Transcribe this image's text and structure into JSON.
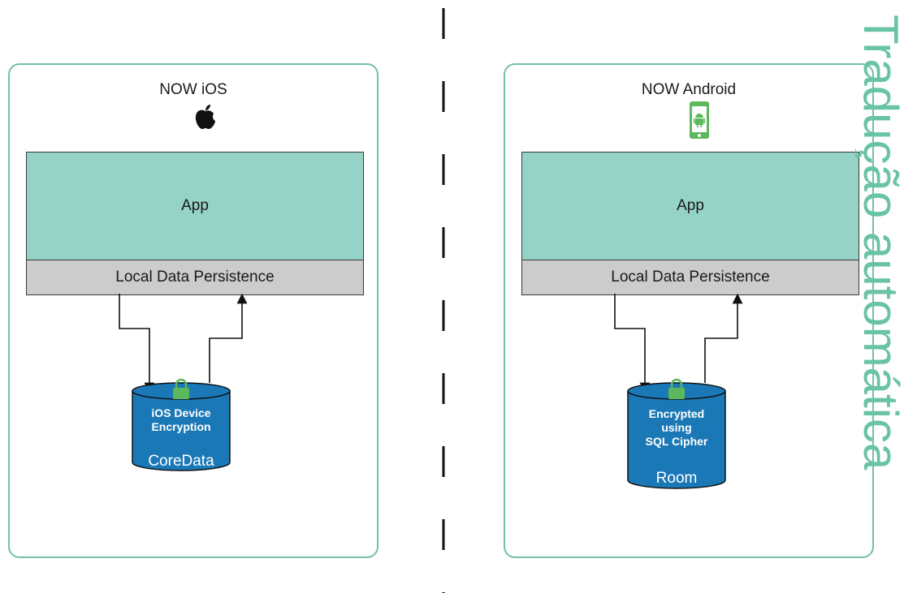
{
  "ios": {
    "title": "NOW iOS",
    "platform_icon": "apple-logo-icon",
    "app_label": "App",
    "persistence_label": "Local Data Persistence",
    "db_label_line1": "iOS Device",
    "db_label_line2": "Encryption",
    "db_name": "CoreData"
  },
  "android": {
    "title": "NOW Android",
    "platform_icon": "android-phone-icon",
    "app_label": "App",
    "persistence_label": "Local Data Persistence",
    "db_label_line1": "Encrypted",
    "db_label_line2": "using",
    "db_label_line3": "SQL Cipher",
    "db_name": "Room"
  },
  "watermark": "Tradução automática",
  "colors": {
    "panel_border": "#74bfae",
    "app_fill": "#95d3c6",
    "persistence_fill": "#cccccc",
    "database_fill": "#1b78b6",
    "lock": "#5cb85c",
    "watermark": "#69c3a5"
  }
}
